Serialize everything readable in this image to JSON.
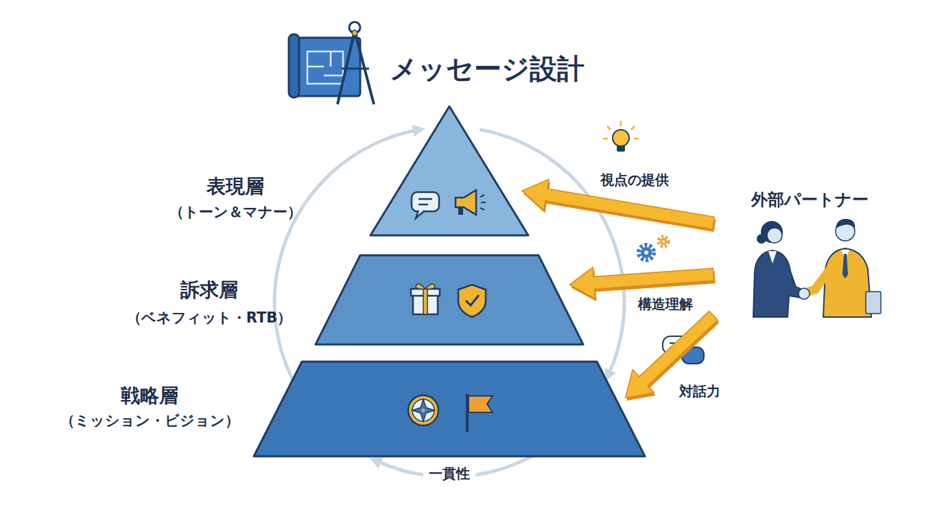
{
  "diagram": {
    "title": "メッセージ設計",
    "nodes": [
      {
        "text": [
          "表現層",
          "（トーン＆マナー）"
        ]
      },
      {
        "text": [
          "訴求層",
          "（ベネフィット・RTB）"
        ]
      },
      {
        "text": [
          "戦略層",
          "（ミッション・ビジョン）"
        ]
      },
      {
        "text": [
          "外部パートナー"
        ]
      }
    ],
    "edges": [
      {
        "from": 3,
        "to": 0,
        "arrow": "to",
        "label": "視点の提供"
      },
      {
        "from": 3,
        "to": 1,
        "arrow": "to",
        "label": "構造理解"
      },
      {
        "from": 3,
        "to": 2,
        "arrow": "to",
        "label": "対話力"
      }
    ],
    "labels": [
      "一貫性"
    ]
  }
}
